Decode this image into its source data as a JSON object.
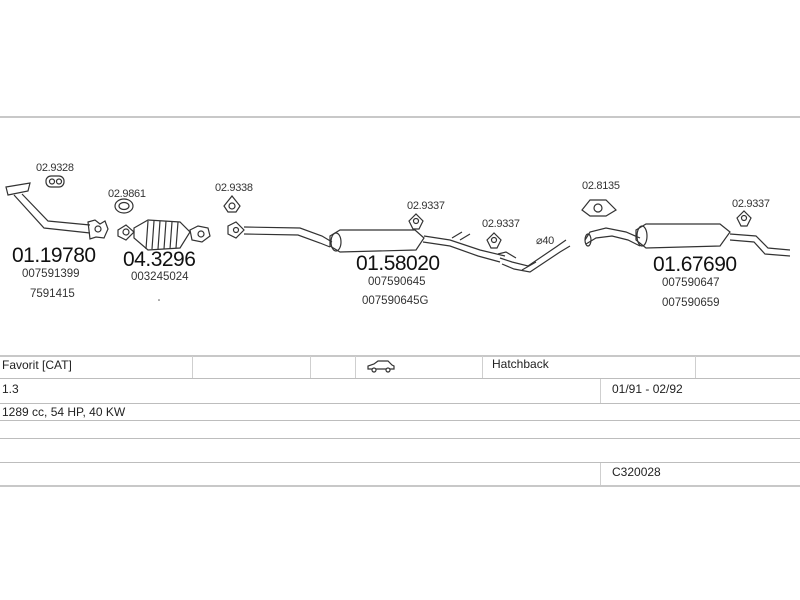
{
  "parts": {
    "p1": {
      "ref": "02.9328"
    },
    "p2": {
      "ref": "02.9861"
    },
    "p3": {
      "ref": "02.9338"
    },
    "p4": {
      "ref": "02.9337"
    },
    "p5": {
      "ref": "02.9337"
    },
    "p6": {
      "ref": "02.8135"
    },
    "p7": {
      "ref": "02.9337"
    },
    "diameter": "⌀40"
  },
  "assemblies": {
    "a1": {
      "number": "01.19780",
      "oe1": "007591399",
      "oe2": "7591415"
    },
    "a2": {
      "number": "04.3296",
      "oe1": "003245024"
    },
    "a3": {
      "number": "01.58020",
      "oe1": "007590645",
      "oe2": "007590645G"
    },
    "a4": {
      "number": "01.67690",
      "oe1": "007590647",
      "oe2": "007590659"
    }
  },
  "info": {
    "model": "Favorit   [CAT]",
    "body": "Hatchback",
    "engine": "1.3",
    "dates": "01/91 - 02/92",
    "specs": "1289 cc, 54 HP, 40 KW",
    "code": "C320028"
  },
  "icons": {
    "car": "car-side-icon"
  }
}
